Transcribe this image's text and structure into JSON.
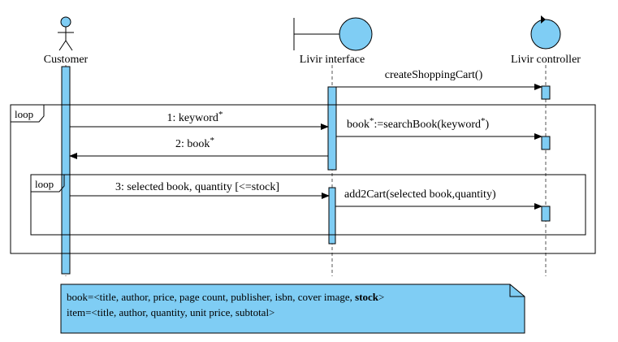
{
  "participants": [
    {
      "id": "customer",
      "label": "Customer",
      "kind": "actor"
    },
    {
      "id": "interface",
      "label": "Livir interface",
      "kind": "boundary"
    },
    {
      "id": "controller",
      "label": "Livir controller",
      "kind": "control"
    }
  ],
  "fragments": [
    {
      "id": "outer-loop",
      "operator": "loop"
    },
    {
      "id": "inner-loop",
      "operator": "loop"
    }
  ],
  "messages": [
    {
      "id": "msg-create-cart",
      "text": "createShoppingCart()",
      "star": "",
      "suffix": ""
    },
    {
      "id": "msg-keyword",
      "text": "1: keyword",
      "star": "*",
      "suffix": ""
    },
    {
      "id": "msg-search-book",
      "text": "book",
      "star": "*",
      "suffix": ":=searchBook(keyword",
      "star2": "*",
      "suffix2": ")"
    },
    {
      "id": "msg-book-return",
      "text": "2: book",
      "star": "*",
      "suffix": ""
    },
    {
      "id": "msg-selected-book",
      "text": "3: selected book, quantity [<=stock]",
      "star": "",
      "suffix": ""
    },
    {
      "id": "msg-add2cart",
      "text": "add2Cart(selected book,quantity)",
      "star": "",
      "suffix": ""
    }
  ],
  "note": {
    "line1_prefix": "book=<title, author, price, page count, publisher, isbn, cover image, ",
    "line1_bold": "stock",
    "line1_suffix": ">",
    "line2": "item=<title, author, quantity, unit price, subtotal>"
  },
  "colors": {
    "element_fill": "#7fcdf4",
    "element_stroke": "#000000",
    "lifeline": "#555555",
    "note_fill": "#7fcdf4"
  }
}
